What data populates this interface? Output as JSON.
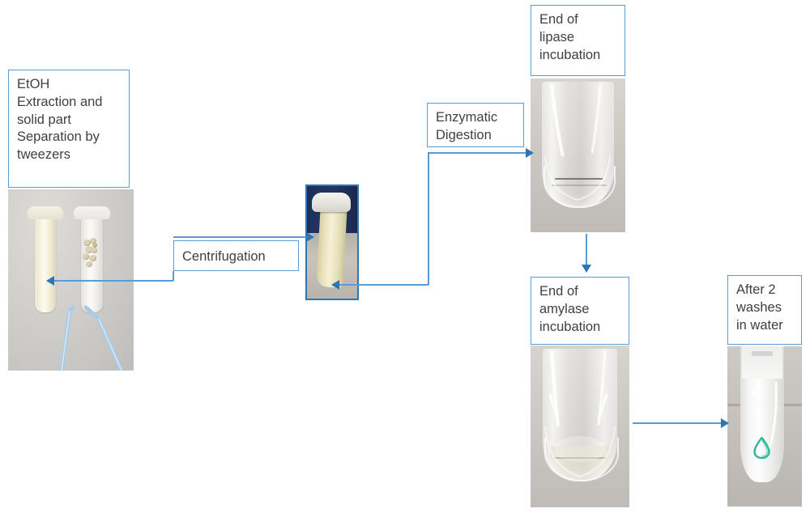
{
  "diagram": {
    "title": "Sample preparation and enzymatic digestion workflow",
    "accent_border": "#5B9BD5",
    "arrow_color": "#5B9BD5",
    "arrowhead_color": "#2E75B6",
    "background": "#FFFFFF"
  },
  "labels": {
    "etoh_extraction": "EtOH\nExtraction and\nsolid part\nSeparation by\ntweezers",
    "centrifugation": "Centrifugation",
    "enzymatic_digestion": "Enzymatic\nDigestion",
    "end_lipase": "End of\nlipase\nincubation",
    "end_amylase": "End of\namylase\nincubation",
    "after_washes": "After 2\nwashes\nin water"
  },
  "photos": {
    "tubes_pair": {
      "name": "two-eppendorf-tubes-with-tweezers",
      "description": "Two microcentrifuge tubes on a grey bench; left tube holds pale yellow liquid, right tube holds white solid particles; blue plastic tweezers lie below."
    },
    "centrifuged": {
      "name": "centrifuged-tube-on-dark-background",
      "description": "Microcentrifuge tube with pale yellow supernatant photographed against a dark navy background, framed with a blue border."
    },
    "lipase_result": {
      "name": "clear-tube-after-lipase-incubation",
      "description": "Transparent tube bottom with a thin dark residue line after lipase incubation."
    },
    "amylase_result": {
      "name": "clear-tube-after-amylase-incubation",
      "description": "Transparent tube bottom containing a small amount of pale liquid after amylase incubation."
    },
    "final_tube": {
      "name": "tube-after-two-water-washes",
      "description": "Translucent white tube containing a small teal-green droplet-shaped residue after two washes in water."
    }
  },
  "arrows": [
    {
      "name": "arrow-to-left-tubes",
      "from": "centrifugation-label-path",
      "to": "tubes-pair-photo",
      "direction": "left"
    },
    {
      "name": "arrow-to-centrifuged-tube",
      "from": "centrifugation-label",
      "to": "centrifuged-photo",
      "direction": "right"
    },
    {
      "name": "arrow-centrifuged-to-lipase",
      "from": "centrifuged-photo",
      "to": "lipase-photo",
      "direction": "right"
    },
    {
      "name": "arrow-lipase-to-amylase",
      "from": "lipase-photo",
      "to": "amylase-photo",
      "direction": "down"
    },
    {
      "name": "arrow-amylase-to-final",
      "from": "amylase-photo",
      "to": "final-photo",
      "direction": "right"
    }
  ]
}
